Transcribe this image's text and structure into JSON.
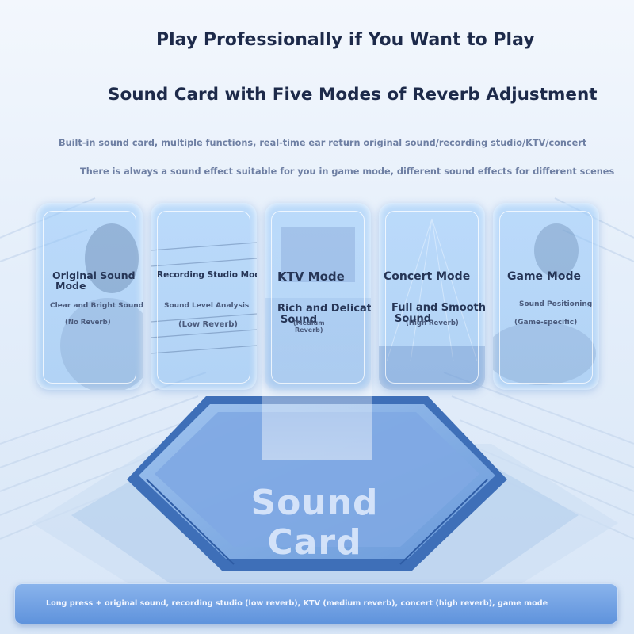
{
  "headline": "Play Professionally if You Want to Play",
  "subheadline": "Sound Card with Five Modes of Reverb Adjustment",
  "description_line1": "Built-in sound card, multiple functions, real-time ear return original sound/recording studio/KTV/concert",
  "description_line2": "There is always a sound effect suitable for you in game mode, different sound effects for different scenes",
  "modes": [
    {
      "title": "Original Sound Mode",
      "title_line1": "Original Sound",
      "title_line2": "Mode",
      "feature": "Clear and Bright Sound",
      "reverb": "(No Reverb)"
    },
    {
      "title": "Recording Studio Mode",
      "feature": "Sound Level Analysis",
      "reverb": "(Low Reverb)"
    },
    {
      "title": "KTV Mode",
      "feature_line1": "Rich and Delicate",
      "feature_line2": "Sound",
      "reverb_line1": "(Medium",
      "reverb_line2": "Reverb)"
    },
    {
      "title": "Concert Mode",
      "feature_line1": "Full and Smooth",
      "feature_line2": "Sound",
      "reverb": "(High Reverb)"
    },
    {
      "title": "Game Mode",
      "feature": "Sound Positioning",
      "reverb": "(Game-specific)"
    }
  ],
  "chip": {
    "line1": "Sound",
    "line2": "Card"
  },
  "footer_text": "Long press + original sound, recording studio (low reverb), KTV (medium reverb), concert (high reverb), game mode",
  "colors": {
    "headline": "#1d2a4a",
    "subtext": "#6e7fa3",
    "card": "#8fc2f5",
    "footer": "#6e9fe3"
  }
}
